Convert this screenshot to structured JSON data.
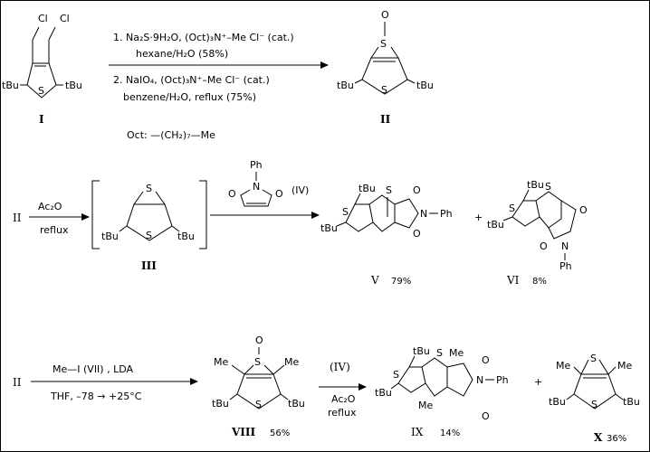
{
  "labels": {
    "cpd_I": "I",
    "cpd_II": "II",
    "cpd_III": "III",
    "cpd_V": "V",
    "cpd_VI": "VI",
    "cpd_VIII": "VIII",
    "cpd_IX": "IX",
    "cpd_X": "X",
    "ref_IV": "(IV)",
    "tBu": "tBu",
    "S": "S",
    "O": "O",
    "N": "N",
    "Cl": "Cl",
    "Me": "Me",
    "Ph": "Ph",
    "plus": "+"
  },
  "step1": {
    "line1": "1. Na₂S·9H₂O, (Oct)₃N⁺–Me   Cl⁻ (cat.)",
    "line2": "hexane/H₂O  (58%)",
    "line3": "2. NaIO₄, (Oct)₃N⁺–Me  Cl⁻ (cat.)",
    "line4": "benzene/H₂O, reflux  (75%)",
    "oct": "Oct: —(CH₂)₇—Me"
  },
  "step2": {
    "reagent": "Ac₂O",
    "cond": "reflux"
  },
  "step3": {
    "reagent": "Me—I  (VII)  , LDA",
    "cond": "THF,  –78 → +25°C",
    "r2": "(IV)",
    "r2b": "Ac₂O",
    "r2c": "reflux"
  },
  "yields": {
    "V": "79%",
    "VI": "8%",
    "VIII": "56%",
    "IX": "14%",
    "X": "36%"
  }
}
